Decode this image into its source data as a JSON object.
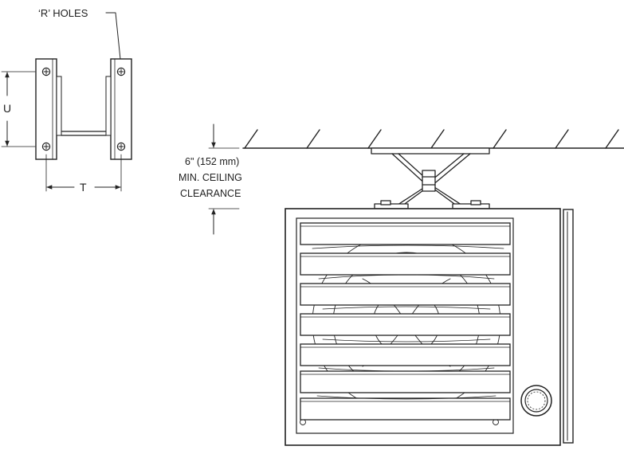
{
  "bracket_detail": {
    "holes_label": "‘R’ HOLES",
    "height_label": "U",
    "width_label": "T"
  },
  "clearance": {
    "line1": "6\" (152 mm)",
    "line2": "MIN. CEILING",
    "line3": "CLEARANCE"
  },
  "colors": {
    "line": "#222222",
    "background": "#ffffff",
    "unit_fill": "#ffffff"
  },
  "icons": [
    "screw-hole-icon",
    "arrow-icon",
    "ceiling-hatch",
    "louver-icon",
    "fan-blade-icon",
    "control-knob-icon"
  ]
}
